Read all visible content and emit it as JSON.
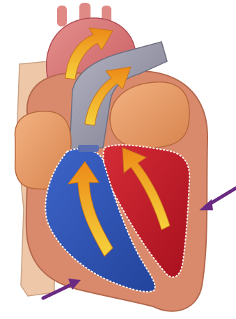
{
  "diagram": {
    "subject": "heart-ventricular-contraction",
    "labels": [],
    "flow_arrows": [
      {
        "name": "right-ventricle-to-pulmonary-artery-arrow",
        "color": "#f0a01e"
      },
      {
        "name": "pulmonary-artery-arrow",
        "color": "#f0a01e"
      },
      {
        "name": "left-ventricle-to-aorta-arrow",
        "color": "#f0a01e"
      },
      {
        "name": "aortic-arch-arrow",
        "color": "#f0a01e"
      }
    ],
    "pointer_arrows": [
      {
        "name": "left-ventricle-wall-pointer-arrow",
        "color": "#6b2a82"
      },
      {
        "name": "right-ventricle-wall-pointer-arrow",
        "color": "#6b2a82"
      }
    ],
    "colors": {
      "heart_muscle": "#d98a6c",
      "oxygenated_blood": "#c21c2c",
      "deoxygenated_blood": "#2f55b8",
      "aorta": "#d97a78",
      "pulmonary_artery": "#9a9aa8",
      "atria": "#e89a6a",
      "vena_cava": "#eec6a8",
      "flow_arrow": "#f0a01e",
      "pointer": "#6b2a82"
    }
  }
}
